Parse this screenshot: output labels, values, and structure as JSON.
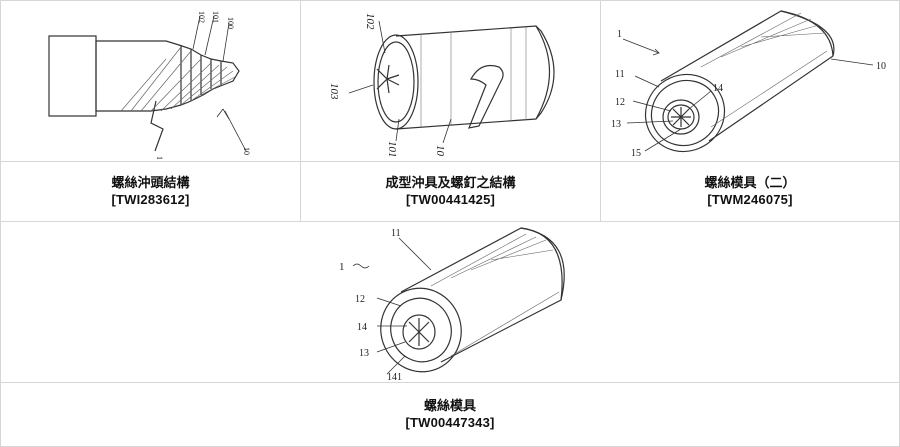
{
  "patents": [
    {
      "title": "螺絲沖頭結構",
      "number": "[TWI283612]",
      "labels": [
        "102",
        "101",
        "100",
        "10",
        "1"
      ]
    },
    {
      "title": "成型沖具及螺釘之結構",
      "number": "[TW00441425]",
      "labels": [
        "102",
        "103",
        "101",
        "10"
      ]
    },
    {
      "title": "螺絲模具（二）",
      "number": "[TWM246075]",
      "labels": [
        "1",
        "10",
        "11",
        "12",
        "13",
        "14",
        "15"
      ]
    },
    {
      "title": "螺絲模具",
      "number": "[TW00447343]",
      "labels": [
        "1",
        "11",
        "12",
        "14",
        "13",
        "141"
      ]
    }
  ]
}
